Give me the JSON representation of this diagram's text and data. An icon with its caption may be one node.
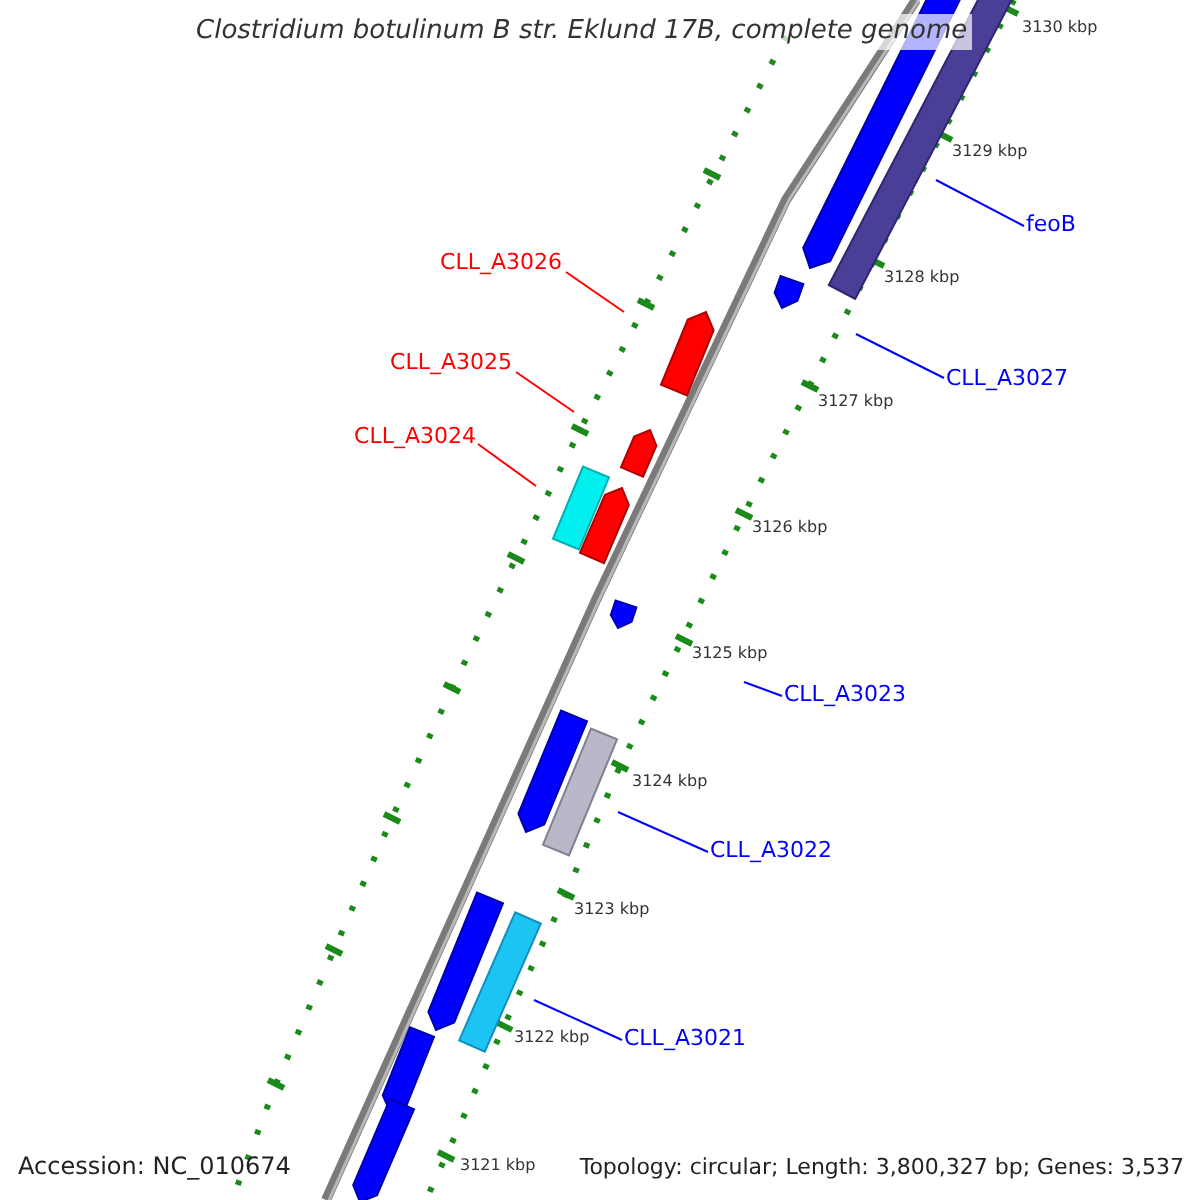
{
  "diagram": {
    "title": "Clostridium botulinum B str. Eklund 17B, complete genome",
    "nodes": [
      {
        "text": [
          "CLL_A3026"
        ]
      },
      {
        "text": [
          "CLL_A3025"
        ]
      },
      {
        "text": [
          "CLL_A3024"
        ]
      },
      {
        "text": [
          "feoB"
        ]
      },
      {
        "text": [
          "CLL_A3027"
        ]
      },
      {
        "text": [
          "CLL_A3023"
        ]
      },
      {
        "text": [
          "CLL_A3022"
        ]
      },
      {
        "text": [
          "CLL_A3021"
        ]
      }
    ],
    "edges": [
      {
        "from": 0,
        "to": null,
        "arrow": "none",
        "color": "#ff0000"
      },
      {
        "from": 1,
        "to": null,
        "arrow": "none",
        "color": "#ff0000"
      },
      {
        "from": 2,
        "to": null,
        "arrow": "none",
        "color": "#ff0000"
      },
      {
        "from": 3,
        "to": null,
        "arrow": "none"
      },
      {
        "from": 4,
        "to": null,
        "arrow": "none"
      },
      {
        "from": 5,
        "to": null,
        "arrow": "none"
      },
      {
        "from": 6,
        "to": null,
        "arrow": "none"
      },
      {
        "from": 7,
        "to": null,
        "arrow": "none"
      }
    ],
    "labels": [
      "3130 kbp",
      "3129 kbp",
      "3128 kbp",
      "3127 kbp",
      "3126 kbp",
      "3125 kbp",
      "3124 kbp",
      "3123 kbp",
      "3122 kbp",
      "3121 kbp",
      "Accession: NC_010674",
      "Topology: circular; Length: 3,800,327 bp; Genes: 3,537"
    ]
  }
}
